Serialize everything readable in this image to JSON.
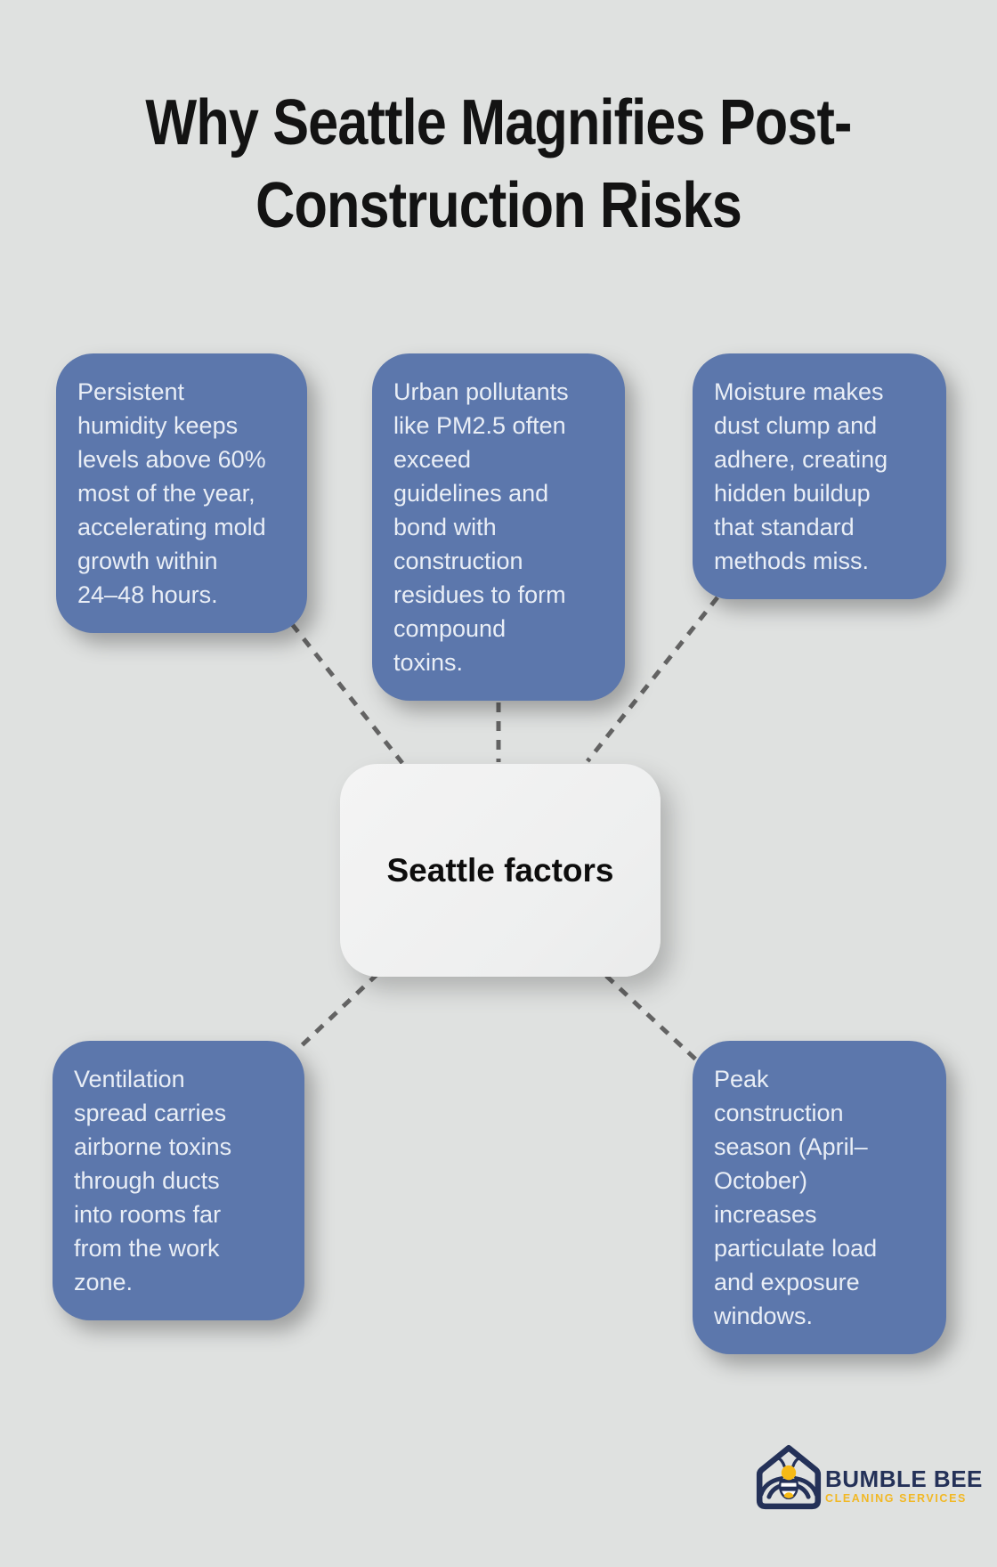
{
  "page": {
    "background_color": "#dfe1e0",
    "title_line1": "Why Seattle Magnifies Post-",
    "title_line2": "Construction Risks"
  },
  "diagram": {
    "center": {
      "label": "Seattle factors",
      "background_color": "#f0f0f0"
    },
    "node_color": "#5c77ac",
    "node_text_color": "#e9eef6",
    "connector_color": "#636363",
    "nodes": [
      {
        "id": "humidity",
        "text": "Persistent\nhumidity keeps\nlevels above 60%\nmost of the year,\naccelerating mold\ngrowth within\n24–48 hours."
      },
      {
        "id": "pollutants",
        "text": "Urban pollutants\nlike PM2.5 often\nexceed\nguidelines and\nbond with\nconstruction\nresidues to form\ncompound\ntoxins."
      },
      {
        "id": "moisture",
        "text": "Moisture makes\ndust clump and\nadhere, creating\nhidden buildup\nthat standard\nmethods miss."
      },
      {
        "id": "ventilation",
        "text": "Ventilation\nspread carries\nairborne toxins\nthrough ducts\ninto rooms far\nfrom the work\nzone."
      },
      {
        "id": "season",
        "text": "Peak\nconstruction\nseason (April–\nOctober)\nincreases\nparticulate load\nand exposure\nwindows."
      }
    ]
  },
  "footer": {
    "brand_name": "BUMBLE BEE",
    "brand_tagline": "CLEANING SERVICES",
    "brand_navy": "#243158",
    "brand_gold": "#f2b824",
    "bee_yellow": "#f6ba16"
  }
}
